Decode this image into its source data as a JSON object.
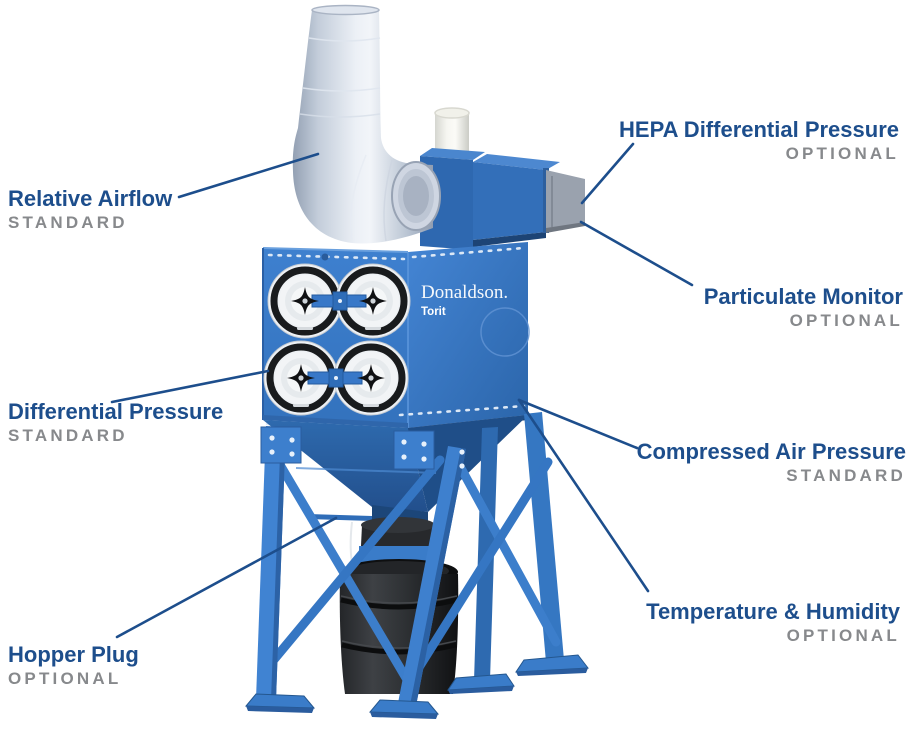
{
  "device": {
    "brand": "Donaldson.",
    "sub_brand": "Torit"
  },
  "callouts": [
    {
      "id": "relative-airflow",
      "label": "Relative Airflow",
      "tier": "STANDARD"
    },
    {
      "id": "hepa-differential-pressure",
      "label": "HEPA Differential Pressure",
      "tier": "OPTIONAL"
    },
    {
      "id": "particulate-monitor",
      "label": "Particulate Monitor",
      "tier": "OPTIONAL"
    },
    {
      "id": "differential-pressure",
      "label": "Differential Pressure",
      "tier": "STANDARD"
    },
    {
      "id": "compressed-air-pressure",
      "label": "Compressed Air Pressure",
      "tier": "STANDARD"
    },
    {
      "id": "temperature-humidity",
      "label": "Temperature & Humidity",
      "tier": "OPTIONAL"
    },
    {
      "id": "hopper-plug",
      "label": "Hopper Plug",
      "tier": "OPTIONAL"
    }
  ],
  "colors": {
    "label-blue": "#1d4e8c",
    "tier-gray": "#87898c",
    "line-blue": "#1d4e8c",
    "machine-blue": "#3a7ccb",
    "machine-blue-dark": "#2c66ab",
    "machine-blue-deep": "#1d4778",
    "duct-silver": "#c7d0dd",
    "end-cap-gray": "#9aa2ae",
    "drum-black": "#1c1d1f"
  }
}
